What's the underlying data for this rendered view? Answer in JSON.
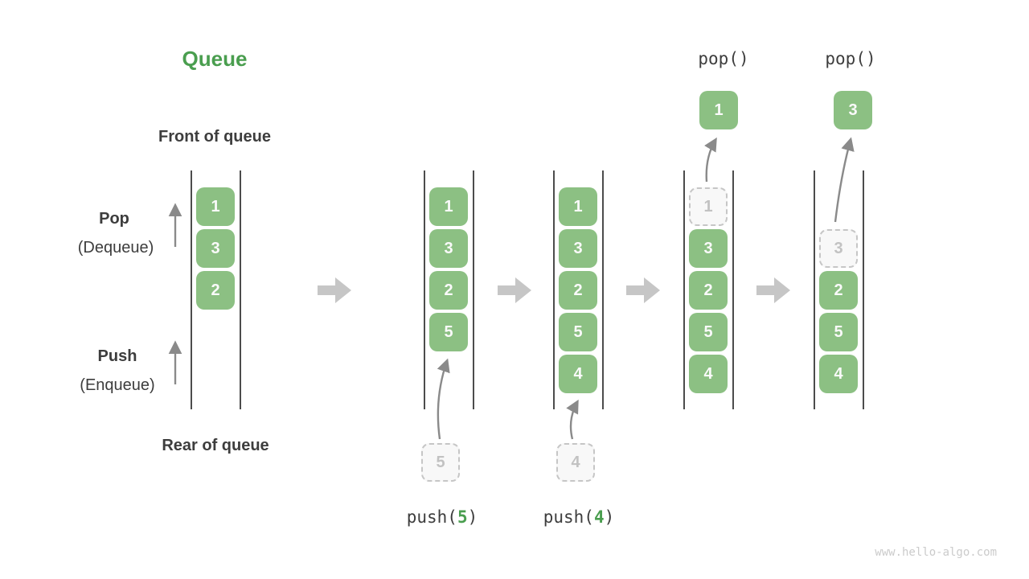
{
  "title": "Queue",
  "watermark": "www.hello-algo.com",
  "labels": {
    "front_of_queue": "Front of queue",
    "rear_of_queue": "Rear of queue",
    "pop": "Pop",
    "pop_alias": "(Dequeue)",
    "push": "Push",
    "push_alias": "(Enqueue)"
  },
  "colors": {
    "accent_green": "#4a9e4f",
    "box_green": "#8cc083",
    "dark_text": "#3d3d3d",
    "dashed_box_text": "#c2c2c2",
    "thin_arrow_gray": "#8a8a8a",
    "block_arrow_gray": "#c6c6c6"
  },
  "states": [
    {
      "name": "initial",
      "cells": [
        {
          "value": "1"
        },
        {
          "value": "3"
        },
        {
          "value": "2"
        }
      ]
    },
    {
      "name": "after-push-5",
      "cells": [
        {
          "value": "1"
        },
        {
          "value": "3"
        },
        {
          "value": "2"
        },
        {
          "value": "5"
        }
      ],
      "staged": {
        "value": "5"
      },
      "operation": {
        "prefix": "push(",
        "arg": "5",
        "suffix": ")"
      }
    },
    {
      "name": "after-push-4",
      "cells": [
        {
          "value": "1"
        },
        {
          "value": "3"
        },
        {
          "value": "2"
        },
        {
          "value": "5"
        },
        {
          "value": "4"
        }
      ],
      "staged": {
        "value": "4"
      },
      "operation": {
        "prefix": "push(",
        "arg": "4",
        "suffix": ")"
      }
    },
    {
      "name": "pop-front-1",
      "operation_label": "pop()",
      "popped": {
        "value": "1"
      },
      "cells": [
        {
          "value": "1",
          "dashed": true
        },
        {
          "value": "3"
        },
        {
          "value": "2"
        },
        {
          "value": "5"
        },
        {
          "value": "4"
        }
      ]
    },
    {
      "name": "pop-front-3",
      "operation_label": "pop()",
      "popped": {
        "value": "3"
      },
      "cells": [
        {
          "value": "3",
          "dashed": true
        },
        {
          "value": "2"
        },
        {
          "value": "5"
        },
        {
          "value": "4"
        }
      ]
    }
  ]
}
